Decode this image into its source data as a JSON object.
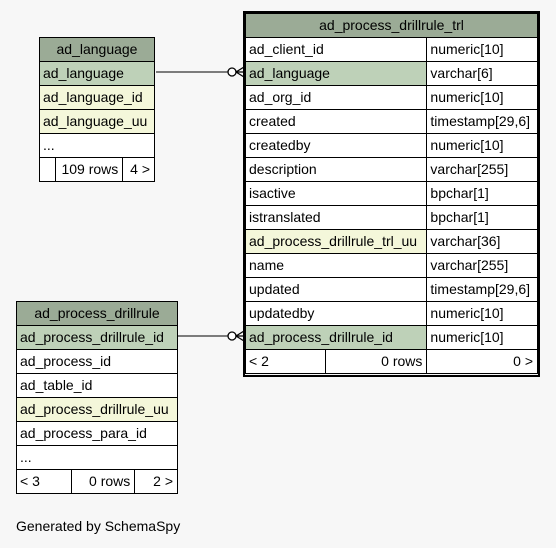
{
  "tables": {
    "ad_language": {
      "title": "ad_language",
      "rows": [
        "ad_language",
        "ad_language_id",
        "ad_language_uu",
        "..."
      ],
      "footer": {
        "left": "",
        "middle": "109 rows",
        "right": "4 >"
      }
    },
    "ad_process_drillrule_trl": {
      "title": "ad_process_drillrule_trl",
      "columns": [
        {
          "name": "ad_client_id",
          "type": "numeric[10]"
        },
        {
          "name": "ad_language",
          "type": "varchar[6]"
        },
        {
          "name": "ad_org_id",
          "type": "numeric[10]"
        },
        {
          "name": "created",
          "type": "timestamp[29,6]"
        },
        {
          "name": "createdby",
          "type": "numeric[10]"
        },
        {
          "name": "description",
          "type": "varchar[255]"
        },
        {
          "name": "isactive",
          "type": "bpchar[1]"
        },
        {
          "name": "istranslated",
          "type": "bpchar[1]"
        },
        {
          "name": "ad_process_drillrule_trl_uu",
          "type": "varchar[36]"
        },
        {
          "name": "name",
          "type": "varchar[255]"
        },
        {
          "name": "updated",
          "type": "timestamp[29,6]"
        },
        {
          "name": "updatedby",
          "type": "numeric[10]"
        },
        {
          "name": "ad_process_drillrule_id",
          "type": "numeric[10]"
        }
      ],
      "footer": {
        "left": "< 2",
        "middle": "0 rows",
        "right": "0 >"
      }
    },
    "ad_process_drillrule": {
      "title": "ad_process_drillrule",
      "rows": [
        "ad_process_drillrule_id",
        "ad_process_id",
        "ad_table_id",
        "ad_process_drillrule_uu",
        "ad_process_para_id",
        "..."
      ],
      "footer": {
        "left": "< 3",
        "middle": "0 rows",
        "right": "2 >"
      }
    }
  },
  "generated_by": "Generated by SchemaSpy"
}
